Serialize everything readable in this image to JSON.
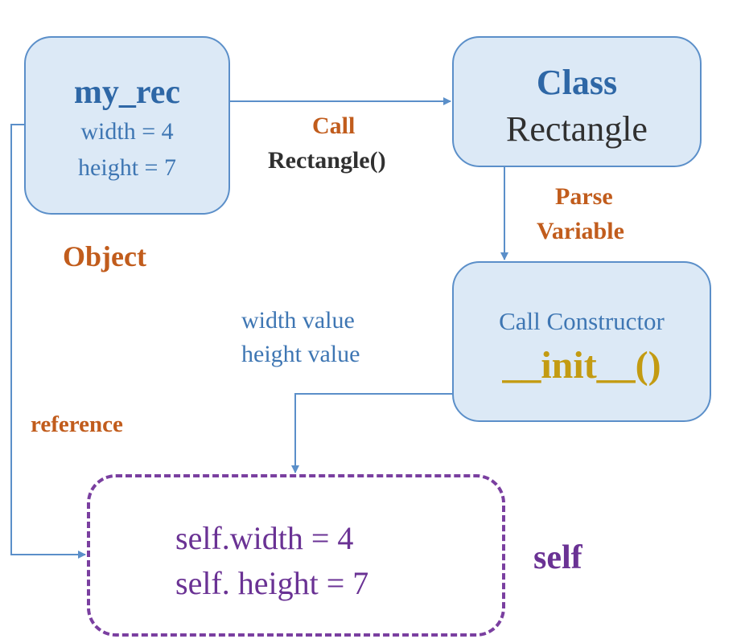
{
  "object_box": {
    "name": "my_rec",
    "width_line": "width = 4",
    "height_line": "height = 7"
  },
  "class_box": {
    "title": "Class",
    "name": "Rectangle"
  },
  "constructor_box": {
    "label": "Call Constructor",
    "method": "__init__()"
  },
  "self_box": {
    "width_line": "self.width = 4",
    "height_line": "self. height = 7"
  },
  "labels": {
    "call": "Call",
    "call_target": "Rectangle()",
    "parse": "Parse",
    "variable": "Variable",
    "object": "Object",
    "width_value": "width value",
    "height_value": "height value",
    "reference": "reference",
    "self": "self"
  },
  "colors": {
    "box_fill": "#dce9f6",
    "box_border": "#5b8fc9",
    "arrow": "#5b8fc9",
    "self_border": "#7a3fa0",
    "accent_orange": "#c15c1c",
    "accent_gold": "#c39b12"
  }
}
